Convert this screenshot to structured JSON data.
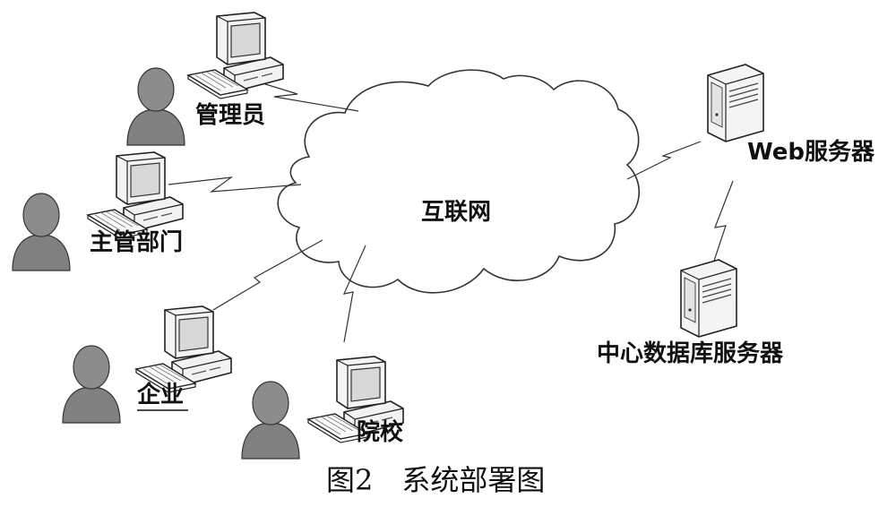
{
  "center": {
    "label": "互联网"
  },
  "clients": [
    {
      "id": "admin",
      "label": "管理员",
      "underlined": false
    },
    {
      "id": "dept",
      "label": "主管部门",
      "underlined": false
    },
    {
      "id": "company",
      "label": "企业",
      "underlined": true
    },
    {
      "id": "school",
      "label": "院校",
      "underlined": false
    }
  ],
  "servers": [
    {
      "id": "web",
      "label": "Web服务器"
    },
    {
      "id": "db",
      "label": "中心数据库服务器"
    }
  ],
  "caption": "图2　系统部署图"
}
